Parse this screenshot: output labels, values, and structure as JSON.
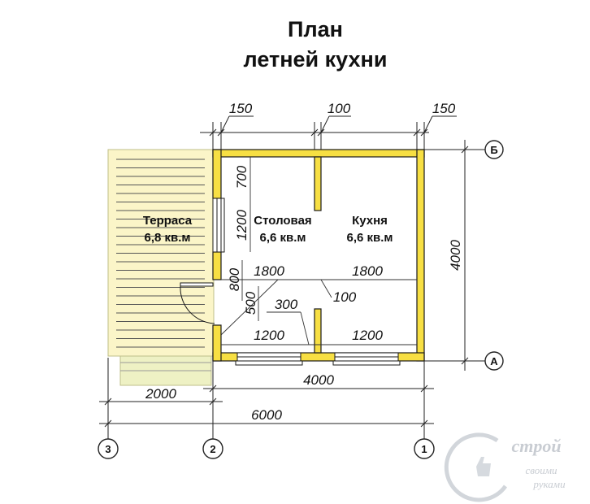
{
  "title": {
    "line1": "План",
    "line2": "летней кухни"
  },
  "colors": {
    "wall": "#f7df43",
    "wall_outline": "#1a1a1a",
    "terrace": "#fbf5c8",
    "steps": "#eef1c4",
    "dimension": "#222222",
    "watermark": "#c8ccd2"
  },
  "rooms": [
    {
      "id": "terrace",
      "name": "Терраса",
      "area": "6,8 кв.м"
    },
    {
      "id": "dining",
      "name": "Столовая",
      "area": "6,6 кв.м"
    },
    {
      "id": "kitchen",
      "name": "Кухня",
      "area": "6,6 кв.м"
    }
  ],
  "dimensions": {
    "wall_left": "150",
    "wall_mid": "100",
    "wall_right": "150",
    "side_700": "700",
    "side_1200": "1200",
    "side_800": "800",
    "side_500": "500",
    "room_width_dining": "1800",
    "room_width_kitchen": "1800",
    "partition": "100",
    "door_300": "300",
    "window_dining": "1200",
    "window_kitchen": "1200",
    "building_length": "4000",
    "building_depth": "4000",
    "terrace_width": "2000",
    "total_length": "6000"
  },
  "axes": {
    "a": "А",
    "b": "Б",
    "one": "1",
    "two": "2",
    "three": "3"
  },
  "watermark": {
    "brand": "строй",
    "line1": "своими",
    "line2": "руками"
  }
}
